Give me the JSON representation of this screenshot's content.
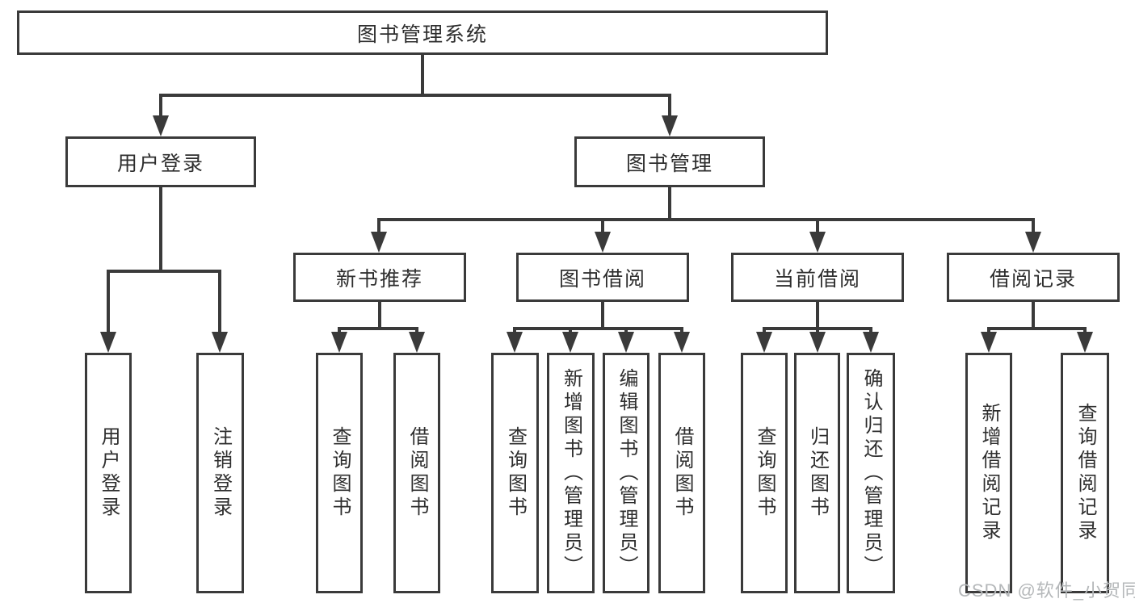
{
  "colors": {
    "line": "#3a3a3a",
    "text": "#2e2e2e",
    "box_bg": "#ffffff",
    "watermark": "#b5b8ba"
  },
  "watermark": {
    "text": "CSDN @软件_小贺同学"
  },
  "tree": {
    "label": "图书管理系统",
    "children": [
      {
        "label": "用户登录",
        "children": [
          {
            "label": "用户登录"
          },
          {
            "label": "注销登录"
          }
        ]
      },
      {
        "label": "图书管理",
        "children": [
          {
            "label": "新书推荐",
            "children": [
              {
                "label": "查询图书"
              },
              {
                "label": "借阅图书"
              }
            ]
          },
          {
            "label": "图书借阅",
            "children": [
              {
                "label": "查询图书"
              },
              {
                "label": "新增图书（管理员）"
              },
              {
                "label": "编辑图书（管理员）"
              },
              {
                "label": "借阅图书"
              }
            ]
          },
          {
            "label": "当前借阅",
            "children": [
              {
                "label": "查询图书"
              },
              {
                "label": "归还图书"
              },
              {
                "label": "确认归还（管理员）"
              }
            ]
          },
          {
            "label": "借阅记录",
            "children": [
              {
                "label": "新增借阅记录"
              },
              {
                "label": "查询借阅记录"
              }
            ]
          }
        ]
      }
    ]
  }
}
